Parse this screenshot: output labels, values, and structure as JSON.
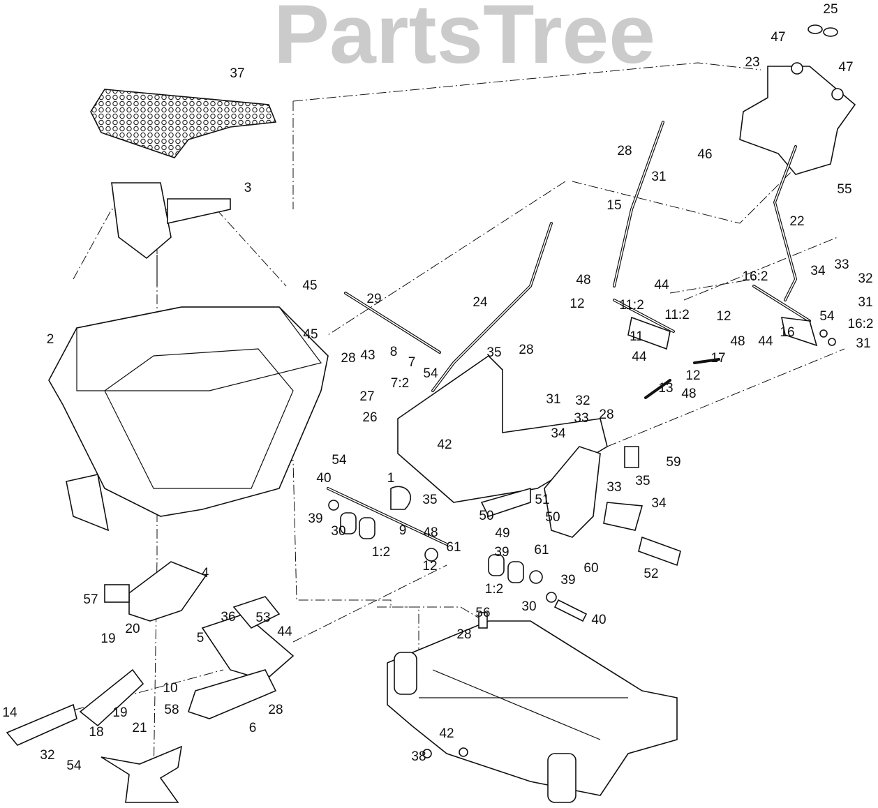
{
  "watermark": "PartsTree",
  "callouts": [
    "25",
    "47",
    "47",
    "23",
    "37",
    "28",
    "46",
    "31",
    "55",
    "3",
    "15",
    "22",
    "34",
    "33",
    "32",
    "31",
    "16:2",
    "54",
    "16:2",
    "16",
    "31",
    "48",
    "44",
    "12",
    "11:2",
    "11:2",
    "11",
    "45",
    "29",
    "24",
    "12",
    "44",
    "48",
    "17",
    "44",
    "12",
    "13",
    "48",
    "28",
    "35",
    "45",
    "43",
    "8",
    "7",
    "54",
    "7:2",
    "2",
    "28",
    "27",
    "26",
    "31",
    "32",
    "33",
    "34",
    "28",
    "42",
    "59",
    "35",
    "54",
    "40",
    "1",
    "35",
    "51",
    "50",
    "50",
    "34",
    "33",
    "39",
    "30",
    "9",
    "49",
    "39",
    "61",
    "61",
    "60",
    "52",
    "48",
    "1:2",
    "12",
    "1:2",
    "39",
    "30",
    "40",
    "4",
    "57",
    "36",
    "53",
    "44",
    "56",
    "28",
    "20",
    "19",
    "5",
    "10",
    "58",
    "28",
    "19",
    "21",
    "18",
    "6",
    "14",
    "32",
    "54",
    "42",
    "38"
  ]
}
